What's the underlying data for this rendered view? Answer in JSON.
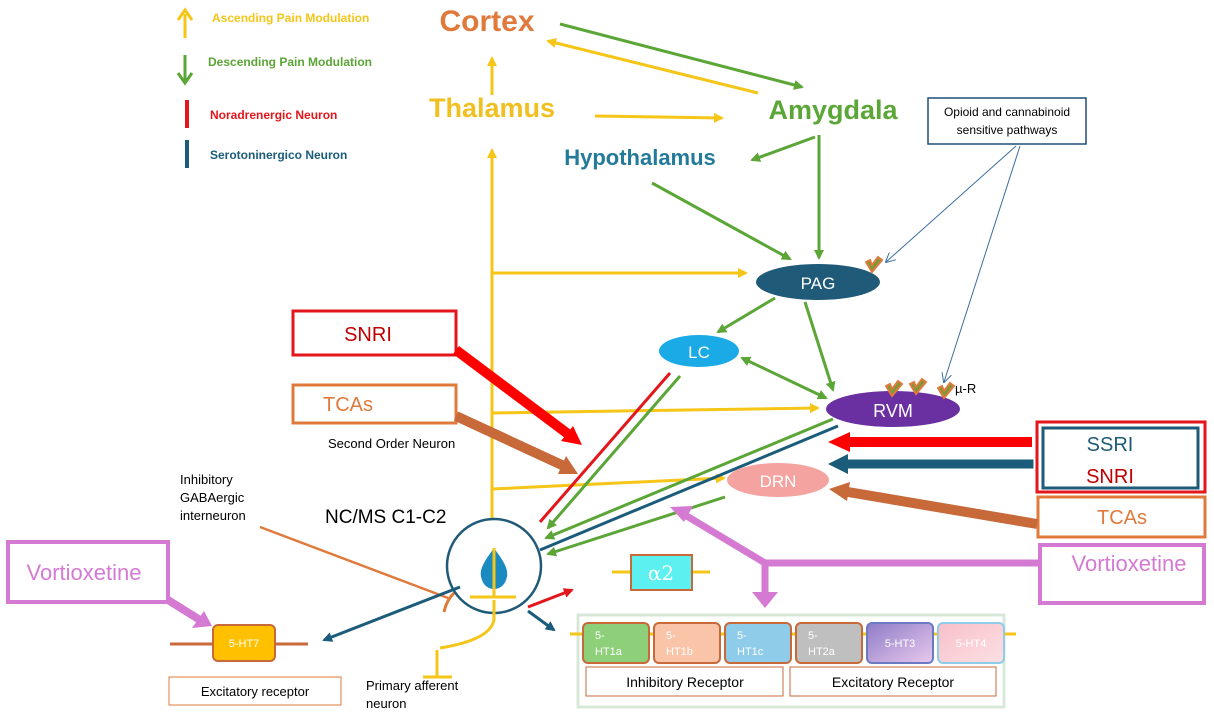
{
  "colors": {
    "ascending": "#F5C518",
    "descending": "#5BA637",
    "noradrenergic": "#E3161B",
    "serotonergic": "#1B5C7A",
    "cortex": "#E07A3C",
    "thalamus": "#F0C020",
    "amygdala": "#5BA637",
    "hypothalamus": "#237A9A",
    "pag": "#1F5A78",
    "lc": "#1AAAE6",
    "rvm": "#6A2FA0",
    "drn": "#F4A3A0",
    "tca": "#C8693A",
    "vortioxetine": "#D57AD2",
    "receptor_frame": "#D8E8D8"
  },
  "legend": {
    "ascending": "Ascending Pain Modulation",
    "descending": "Descending Pain Modulation",
    "noradrenergic": "Noradrenergic Neuron",
    "serotonergic": "Serotoninergico Neuron"
  },
  "regions": {
    "cortex": "Cortex",
    "thalamus": "Thalamus",
    "amygdala": "Amygdala",
    "hypothalamus": "Hypothalamus",
    "pag": "PAG",
    "lc": "LC",
    "rvm": "RVM",
    "drn": "DRN",
    "mu_r": "µ-R",
    "nc_ms": "NC/MS C1-C2"
  },
  "callouts": {
    "opioid": [
      "Opioid and cannabinoid",
      "sensitive pathways"
    ],
    "second_order": "Second Order Neuron",
    "inhibitory_gaba": [
      "Inhibitory",
      "GABAergic",
      "interneuron"
    ],
    "primary_afferent": [
      "Primary afferent",
      "neuron"
    ]
  },
  "drugs": {
    "snri_left": "SNRI",
    "tcas_left": "TCAs",
    "ssri_right": "SSRI",
    "snri_right": "SNRI",
    "tcas_right": "TCAs",
    "vortioxetine_left": "Vortioxetine",
    "vortioxetine_right": "Vortioxetine"
  },
  "receptors": {
    "ht7": "5-HT7",
    "alpha2": "α2",
    "excitatory_receptor_left": "Excitatory receptor",
    "inhibitory_receptor": "Inhibitory Receptor",
    "excitatory_receptor_right": "Excitatory Receptor",
    "subtypes": [
      {
        "line1": "5-",
        "line2": "HT1a"
      },
      {
        "line1": "5-",
        "line2": "HT1b"
      },
      {
        "line1": "5-",
        "line2": "HT1c"
      },
      {
        "line1": "5-",
        "line2": "HT2a"
      },
      {
        "line1": "5-HT3",
        "line2": ""
      },
      {
        "line1": "5-HT4",
        "line2": ""
      }
    ]
  }
}
